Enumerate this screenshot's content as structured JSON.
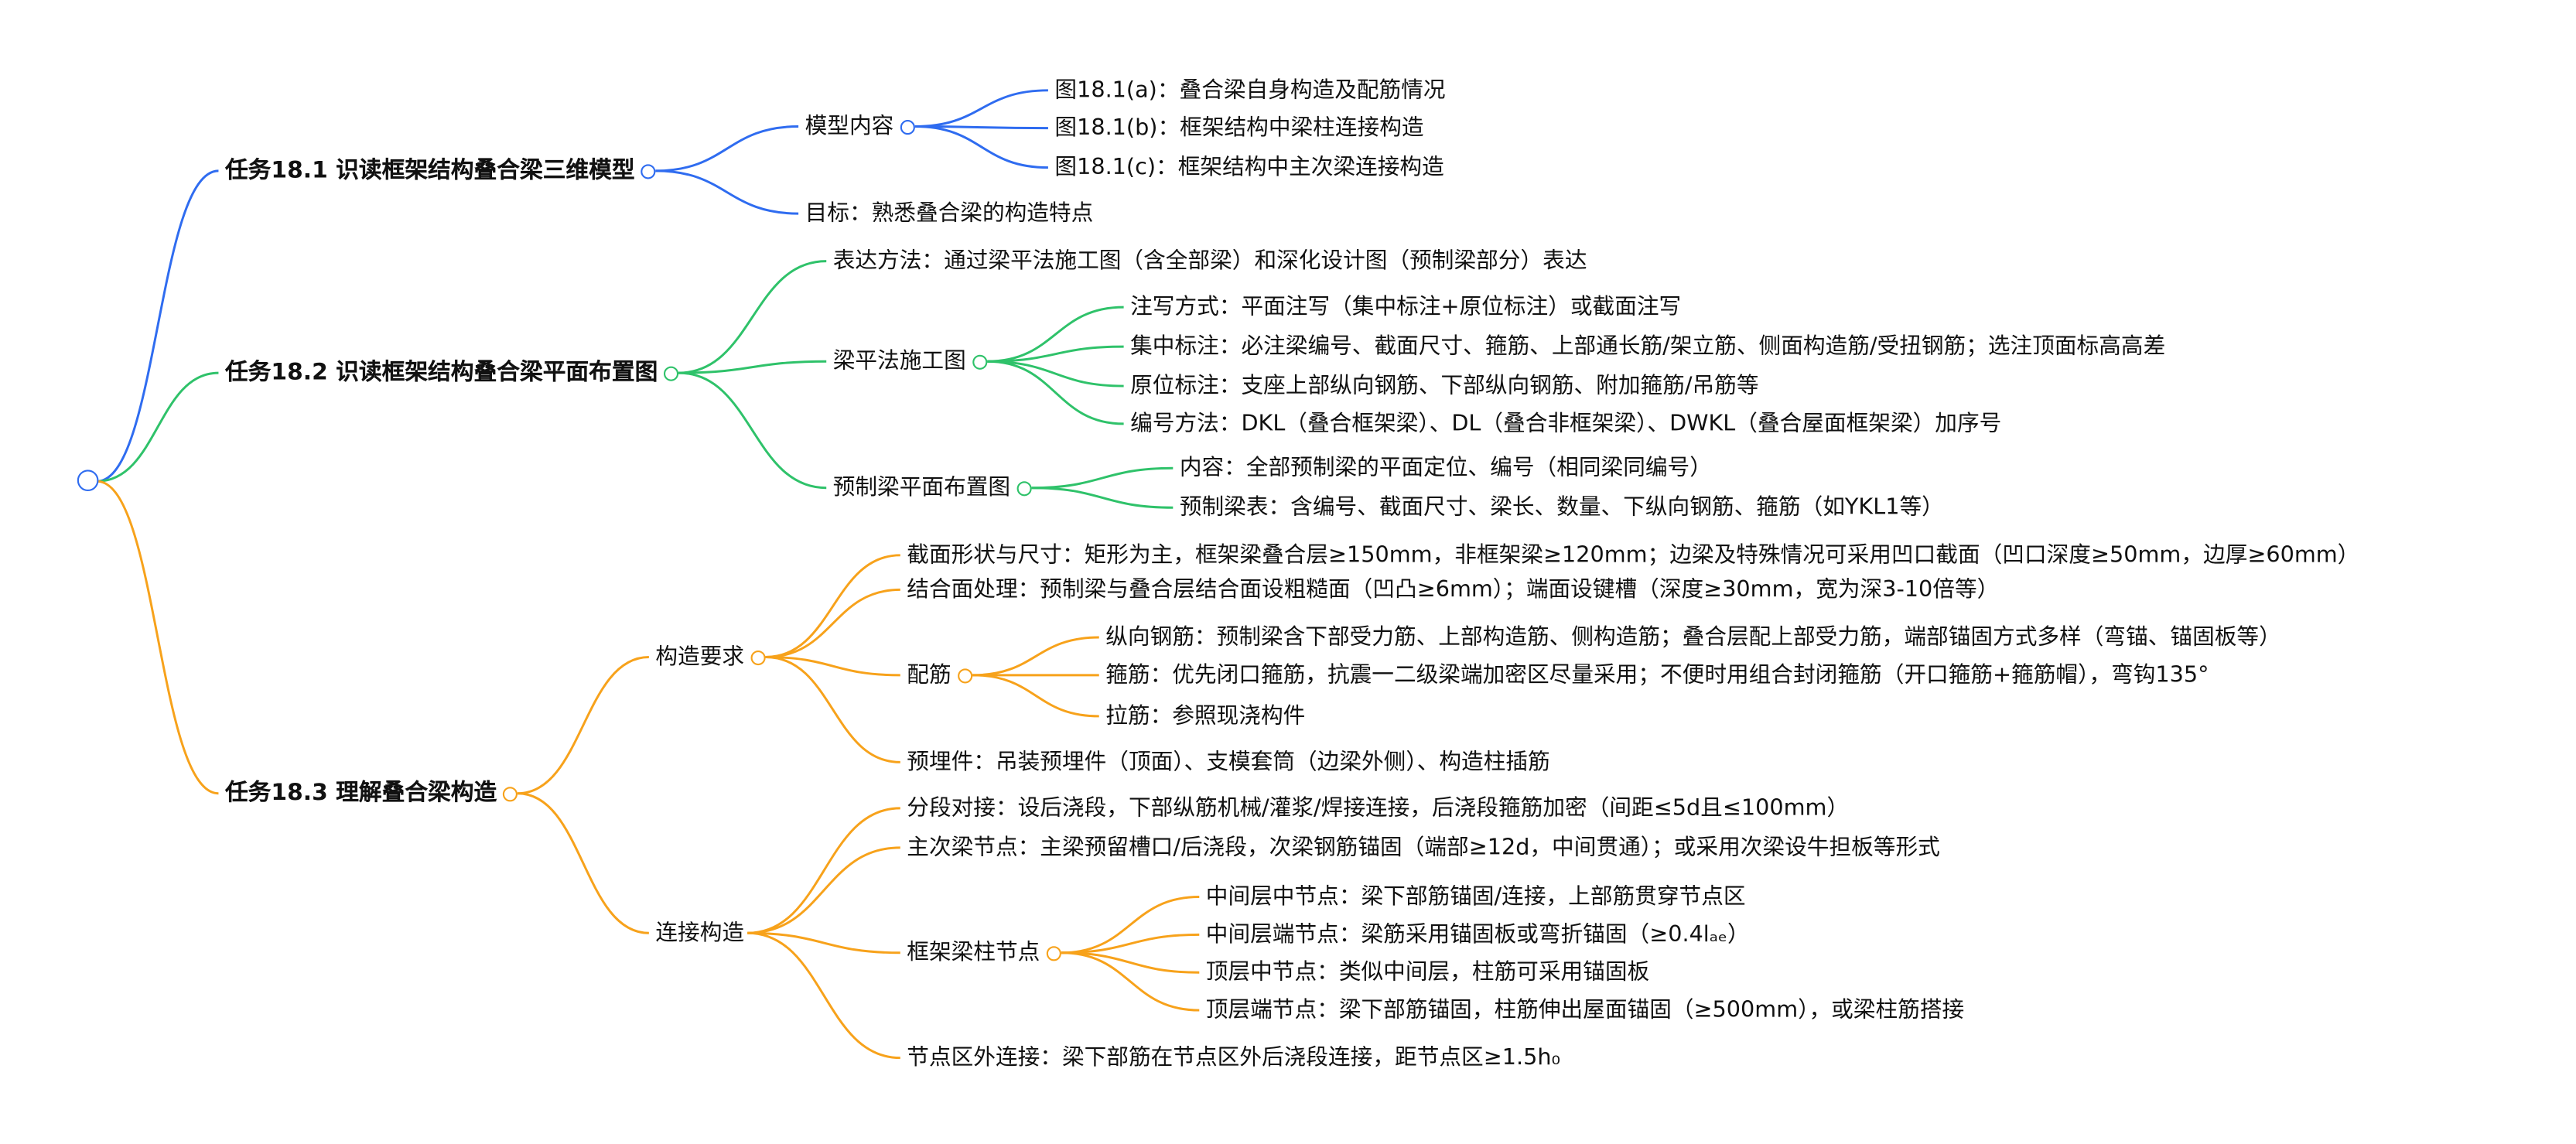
{
  "colors": {
    "blue": "#2f6cf0",
    "green": "#2fc26a",
    "orange": "#f7a21b"
  },
  "t1": {
    "label": "任务18.1 识读框架结构叠合梁三维模型",
    "model": {
      "label": "模型内容",
      "items": [
        "图18.1(a)：叠合梁自身构造及配筋情况",
        "图18.1(b)：框架结构中梁柱连接构造",
        "图18.1(c)：框架结构中主次梁连接构造"
      ]
    },
    "goal": "目标：熟悉叠合梁的构造特点"
  },
  "t2": {
    "label": "任务18.2 识读框架结构叠合梁平面布置图",
    "express": "表达方法：通过梁平法施工图（含全部梁）和深化设计图（预制梁部分）表达",
    "pingfa": {
      "label": "梁平法施工图",
      "items": [
        "注写方式：平面注写（集中标注+原位标注）或截面注写",
        "集中标注：必注梁编号、截面尺寸、箍筋、上部通长筋/架立筋、侧面构造筋/受扭钢筋；选注顶面标高高差",
        "原位标注：支座上部纵向钢筋、下部纵向钢筋、附加箍筋/吊筋等",
        "编号方法：DKL（叠合框架梁）、DL（叠合非框架梁）、DWKL（叠合屋面框架梁）加序号"
      ]
    },
    "layout": {
      "label": "预制梁平面布置图",
      "items": [
        "内容：全部预制梁的平面定位、编号（相同梁同编号）",
        "预制梁表：含编号、截面尺寸、梁长、数量、下纵向钢筋、箍筋（如YKL1等）"
      ]
    }
  },
  "t3": {
    "label": "任务18.3 理解叠合梁构造",
    "req": {
      "label": "构造要求",
      "section": "截面形状与尺寸：矩形为主，框架梁叠合层≥150mm，非框架梁≥120mm；边梁及特殊情况可采用凹口截面（凹口深度≥50mm，边厚≥60mm）",
      "interface": "结合面处理：预制梁与叠合层结合面设粗糙面（凹凸≥6mm）；端面设键槽（深度≥30mm，宽为深3-10倍等）",
      "rebar": {
        "label": "配筋",
        "items": [
          "纵向钢筋：预制梁含下部受力筋、上部构造筋、侧构造筋；叠合层配上部受力筋，端部锚固方式多样（弯锚、锚固板等）",
          "箍筋：优先闭口箍筋，抗震一二级梁端加密区尽量采用；不便时用组合封闭箍筋（开口箍筋+箍筋帽），弯钩135°",
          "拉筋：参照现浇构件"
        ]
      },
      "embed": "预埋件：吊装预埋件（顶面）、支模套筒（边梁外侧）、构造柱插筋"
    },
    "conn": {
      "label": "连接构造",
      "segment": "分段对接：设后浇段，下部纵筋机械/灌浆/焊接连接，后浇段箍筋加密（间距≤5d且≤100mm）",
      "mainsec": "主次梁节点：主梁预留槽口/后浇段，次梁钢筋锚固（端部≥12d，中间贯通）；或采用次梁设牛担板等形式",
      "joint": {
        "label": "框架梁柱节点",
        "items": [
          "中间层中节点：梁下部筋锚固/连接，上部筋贯穿节点区",
          "中间层端节点：梁筋采用锚固板或弯折锚固（≥0.4lₐₑ）",
          "顶层中节点：类似中间层，柱筋可采用锚固板",
          "顶层端节点：梁下部筋锚固，柱筋伸出屋面锚固（≥500mm），或梁柱筋搭接"
        ]
      },
      "outside": "节点区外连接：梁下部筋在节点区外后浇段连接，距节点区≥1.5h₀"
    }
  }
}
